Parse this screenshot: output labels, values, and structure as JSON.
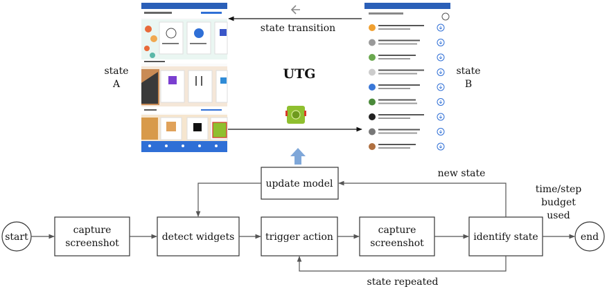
{
  "utg": {
    "title": "UTG",
    "state_a": [
      "state",
      "A"
    ],
    "state_b": [
      "state",
      "B"
    ],
    "transition_label": "state transition"
  },
  "flow": {
    "start": "start",
    "capture_1": [
      "capture",
      "screenshot"
    ],
    "detect": "detect widgets",
    "trigger": "trigger action",
    "capture_2": [
      "capture",
      "screenshot"
    ],
    "identify": "identify state",
    "end": "end",
    "update": "update model",
    "new_state": "new state",
    "repeated": "state repeated",
    "budget": [
      "time/step",
      "budget",
      "used"
    ]
  },
  "colors": {
    "line": "#555555",
    "box_stroke": "#333333",
    "phone_blue": "#2f6fd6",
    "up_arrow": "#7fa7d9",
    "android_green": "#8fbf2f"
  }
}
